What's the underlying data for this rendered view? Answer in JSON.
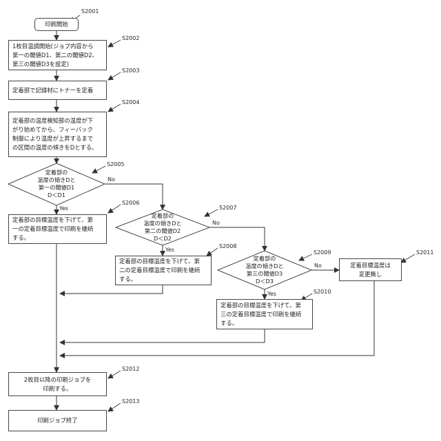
{
  "steps": {
    "s2001": {
      "id": "S2001",
      "text": "印刷開始"
    },
    "s2002": {
      "id": "S2002",
      "text": "1枚目温調開始(ジョブ内容から\n第一の閾値D1、第二の閾値D2、\n第三の閾値D3を設定)"
    },
    "s2003": {
      "id": "S2003",
      "text": "定着部で記録材にトナーを定着"
    },
    "s2004": {
      "id": "S2004",
      "text": "定着部の温度検知部の温度が下\nがり始めてから、フィーバック\n制御により温度が上昇するまで\nの区間の温度の傾きをDとする。"
    },
    "s2005": {
      "id": "S2005",
      "text": "定着部の\n温度の傾きDと\n第一の閾値D1\nD＜D1"
    },
    "s2006": {
      "id": "S2006",
      "text": "定着部の目標温度を下げて、第\n一の定着目標温度で印刷を継続\nする。"
    },
    "s2007": {
      "id": "S2007",
      "text": "定着部の\n温度の傾きDと\n第二の閾値D2\nD＜D2"
    },
    "s2008": {
      "id": "S2008",
      "text": "定着部の目標温度を下げて、第\n二の定着目標温度で印刷を継続\nする。"
    },
    "s2009": {
      "id": "S2009",
      "text": "定着部の\n温度の傾きDと\n第三の閾値D3\nD＜D3"
    },
    "s2010": {
      "id": "S2010",
      "text": "定着部の目標温度を下げて、第\n三の定着目標温度で印刷を継続\nする。"
    },
    "s2011": {
      "id": "S2011",
      "text": "定着目標温度は\n変更無し"
    },
    "s2012": {
      "id": "S2012",
      "text": "2枚目以降の印刷ジョブを\n印刷する。"
    },
    "s2013": {
      "id": "S2013",
      "text": "印刷ジョブ終了"
    }
  },
  "labels": {
    "yes": "Yes",
    "no": "No"
  },
  "colors": {
    "line": "#333333",
    "border": "#444444"
  }
}
